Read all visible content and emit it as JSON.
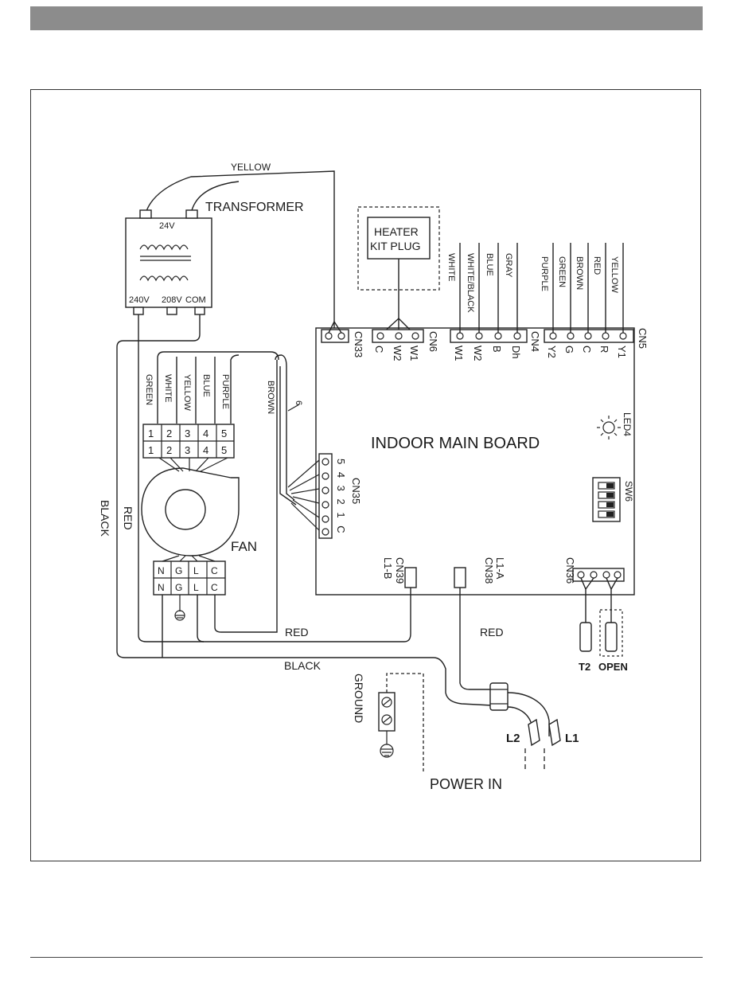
{
  "board": {
    "title": "INDOOR MAIN BOARD",
    "led": "LED4",
    "switch": "SW6"
  },
  "transformer": {
    "label": "TRANSFORMER",
    "out_voltage": "24V",
    "taps": [
      "240V",
      "208V",
      "COM"
    ]
  },
  "heater": {
    "label_line1": "HEATER",
    "label_line2": "KIT PLUG"
  },
  "connectors": {
    "cn33": "CN33",
    "cn6": {
      "name": "CN6",
      "pins": [
        "C",
        "W2",
        "W1"
      ]
    },
    "cn4": {
      "name": "CN4",
      "pins": [
        "W1",
        "W2",
        "B",
        "Dh"
      ],
      "wires": [
        "WHITE",
        "WHITE/BLACK",
        "BLUE",
        "GRAY"
      ]
    },
    "cn5": {
      "name": "CN5",
      "pins": [
        "Y2",
        "G",
        "C",
        "R",
        "Y1"
      ],
      "wires": [
        "PURPLE",
        "GREEN",
        "BROWN",
        "RED",
        "YELLOW"
      ]
    },
    "cn35": {
      "name": "CN35",
      "pins": "5 4 3 2 1 C"
    },
    "cn39": {
      "name": "CN39",
      "sub": "L1-B"
    },
    "cn38": {
      "name": "CN38",
      "sub": "L1-A"
    },
    "cn36": {
      "name": "CN36"
    }
  },
  "fan": {
    "label": "FAN",
    "wire_colors": [
      "GREEN",
      "WHITE",
      "YELLOW",
      "BLUE",
      "PURPLE"
    ],
    "terminal_top": [
      "1",
      "2",
      "3",
      "4",
      "5"
    ],
    "terminal_bottom": [
      "1",
      "2",
      "3",
      "4",
      "5"
    ],
    "power_terminals": [
      "N",
      "G",
      "L",
      "C"
    ],
    "bundle_color": "BROWN",
    "bundle_count": "6"
  },
  "wires": {
    "yellow": "YELLOW",
    "red_left": "RED",
    "black_left": "BLACK",
    "red_bottom": "RED",
    "black_bottom": "BLACK",
    "red_right": "RED"
  },
  "sensors": {
    "t2": "T2",
    "open": "OPEN"
  },
  "power": {
    "ground": "GROUND",
    "in": "POWER IN",
    "l1": "L1",
    "l2": "L2"
  }
}
